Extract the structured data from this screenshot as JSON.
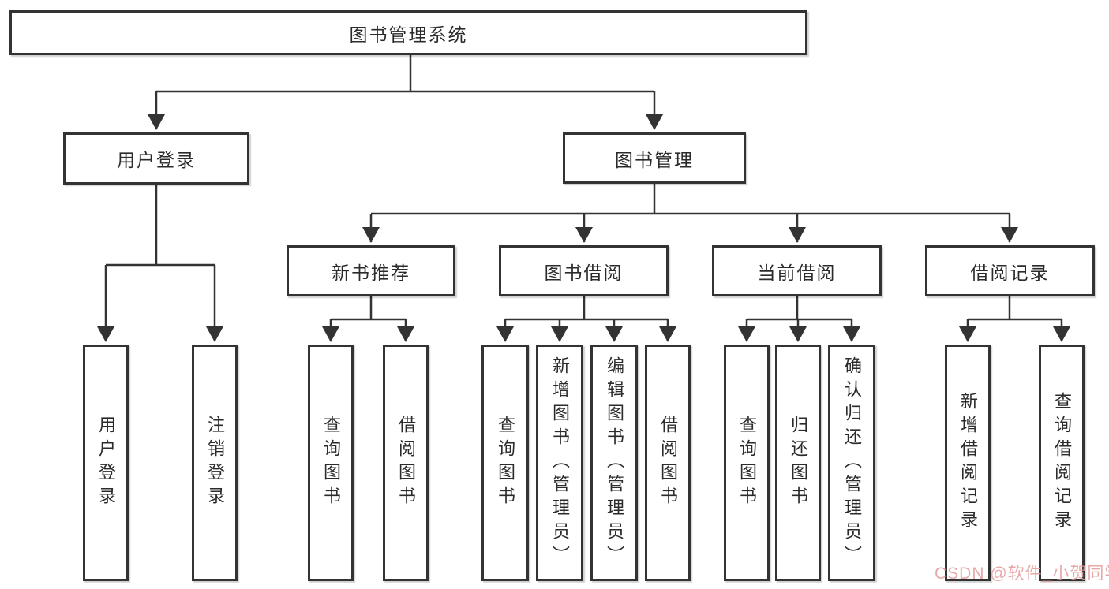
{
  "tree": {
    "root": {
      "label": "图书管理系统"
    },
    "branches": [
      {
        "label": "用户登录",
        "children": [
          "用户登录",
          "注销登录"
        ]
      },
      {
        "label": "图书管理",
        "sections": [
          {
            "label": "新书推荐",
            "children": [
              "查询图书",
              "借阅图书"
            ]
          },
          {
            "label": "图书借阅",
            "children": [
              "查询图书",
              "新增图书（管理员）",
              "编辑图书（管理员）",
              "借阅图书"
            ]
          },
          {
            "label": "当前借阅",
            "children": [
              "查询图书",
              "归还图书",
              "确认归还（管理员）"
            ]
          },
          {
            "label": "借阅记录",
            "children": [
              "新增借阅记录",
              "查询借阅记录"
            ]
          }
        ]
      }
    ]
  },
  "watermark": {
    "text": "CSDN @软件_小贺同学",
    "color": "#e39a9a"
  },
  "colors": {
    "line": "#333333",
    "node_border": "#333333",
    "text": "#2b2b2b",
    "background": "#ffffff"
  }
}
